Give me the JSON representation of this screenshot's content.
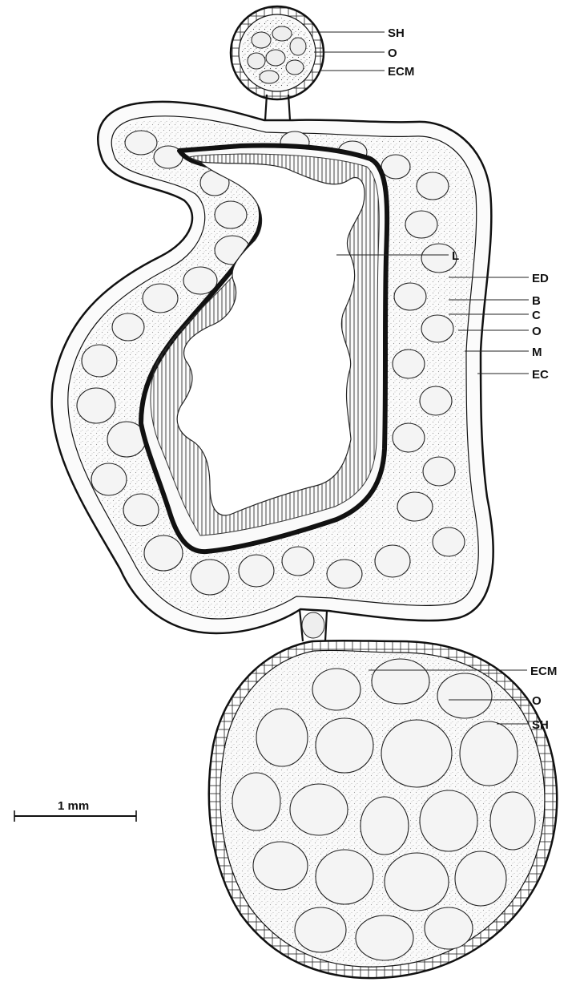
{
  "labels": {
    "sh_top": "SH",
    "o_top": "O",
    "ecm_top": "ECM",
    "l": "L",
    "ed": "ED",
    "b": "B",
    "c": "C",
    "o_mid": "O",
    "m": "M",
    "ec": "EC",
    "ecm_bottom": "ECM",
    "o_bottom": "O",
    "sh_bottom": "SH"
  },
  "scale_bar": {
    "label": "1 mm"
  },
  "colors": {
    "ink": "#111111",
    "paper": "#ffffff"
  }
}
